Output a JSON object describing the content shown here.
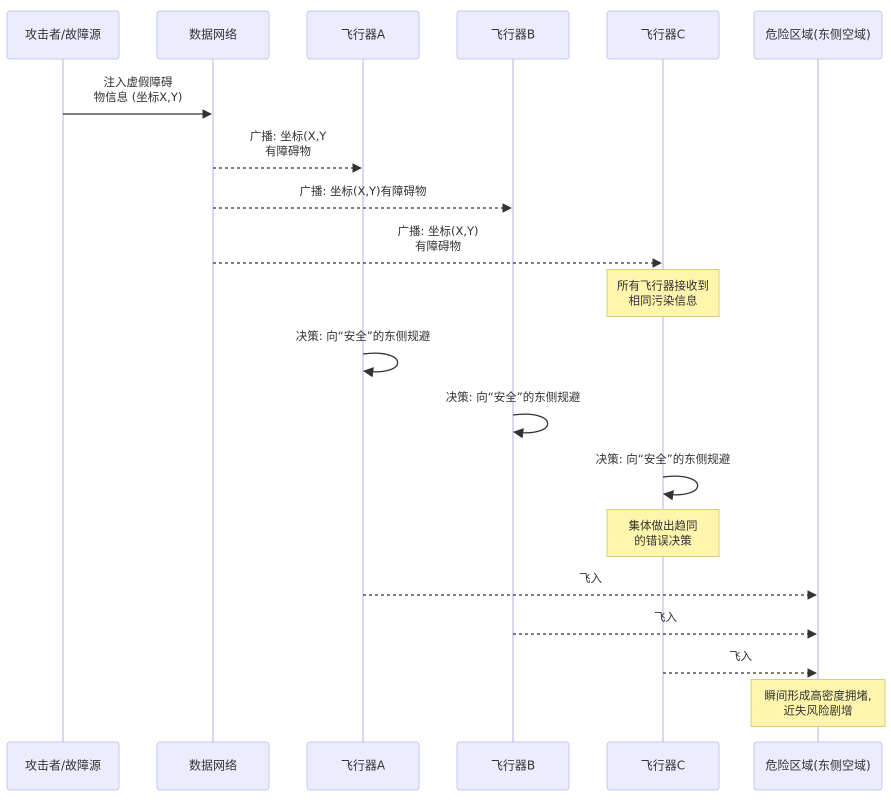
{
  "participants": [
    {
      "id": "attacker",
      "label": "攻击者/故障源"
    },
    {
      "id": "network",
      "label": "数据网络"
    },
    {
      "id": "A",
      "label": "飞行器A"
    },
    {
      "id": "B",
      "label": "飞行器B"
    },
    {
      "id": "C",
      "label": "飞行器C"
    },
    {
      "id": "danger",
      "label": "危险区域(东侧空域)"
    }
  ],
  "messages": [
    {
      "from": "attacker",
      "to": "network",
      "style": "solid",
      "lines": [
        "注入虚假障碍",
        "物信息 (坐标X,Y)"
      ]
    },
    {
      "from": "network",
      "to": "A",
      "style": "dashed",
      "lines": [
        "广播: 坐标(X,Y",
        "有障碍物"
      ]
    },
    {
      "from": "network",
      "to": "B",
      "style": "dashed",
      "lines": [
        "广播: 坐标(X,Y)有障碍物"
      ]
    },
    {
      "from": "network",
      "to": "C",
      "style": "dashed",
      "lines": [
        "广播: 坐标(X,Y)",
        "有障碍物"
      ]
    },
    {
      "type": "note",
      "over": "C",
      "lines": [
        "所有飞行器接收到",
        "相同污染信息"
      ]
    },
    {
      "from": "A",
      "to": "A",
      "style": "self",
      "lines": [
        "决策: 向“安全”的东侧规避"
      ]
    },
    {
      "from": "B",
      "to": "B",
      "style": "self",
      "lines": [
        "决策: 向“安全”的东侧规避"
      ]
    },
    {
      "from": "C",
      "to": "C",
      "style": "self",
      "lines": [
        "决策: 向“安全”的东侧规避"
      ]
    },
    {
      "type": "note",
      "over": "C",
      "lines": [
        "集体做出趋同",
        "的错误决策"
      ]
    },
    {
      "from": "A",
      "to": "danger",
      "style": "dashed",
      "lines": [
        "飞入"
      ]
    },
    {
      "from": "B",
      "to": "danger",
      "style": "dashed",
      "lines": [
        "飞入"
      ]
    },
    {
      "from": "C",
      "to": "danger",
      "style": "dashed",
      "lines": [
        "飞入"
      ]
    },
    {
      "type": "note",
      "over": "danger",
      "lines": [
        "瞬间形成高密度拥堵,",
        "近失风险剧增"
      ]
    }
  ],
  "colors": {
    "actor_fill": "#ececff",
    "actor_border": "#c7c7f0",
    "lifeline": "#cfc8ef",
    "line": "#333333",
    "note_fill": "#fff5ad",
    "note_border": "#d9cf7a"
  }
}
